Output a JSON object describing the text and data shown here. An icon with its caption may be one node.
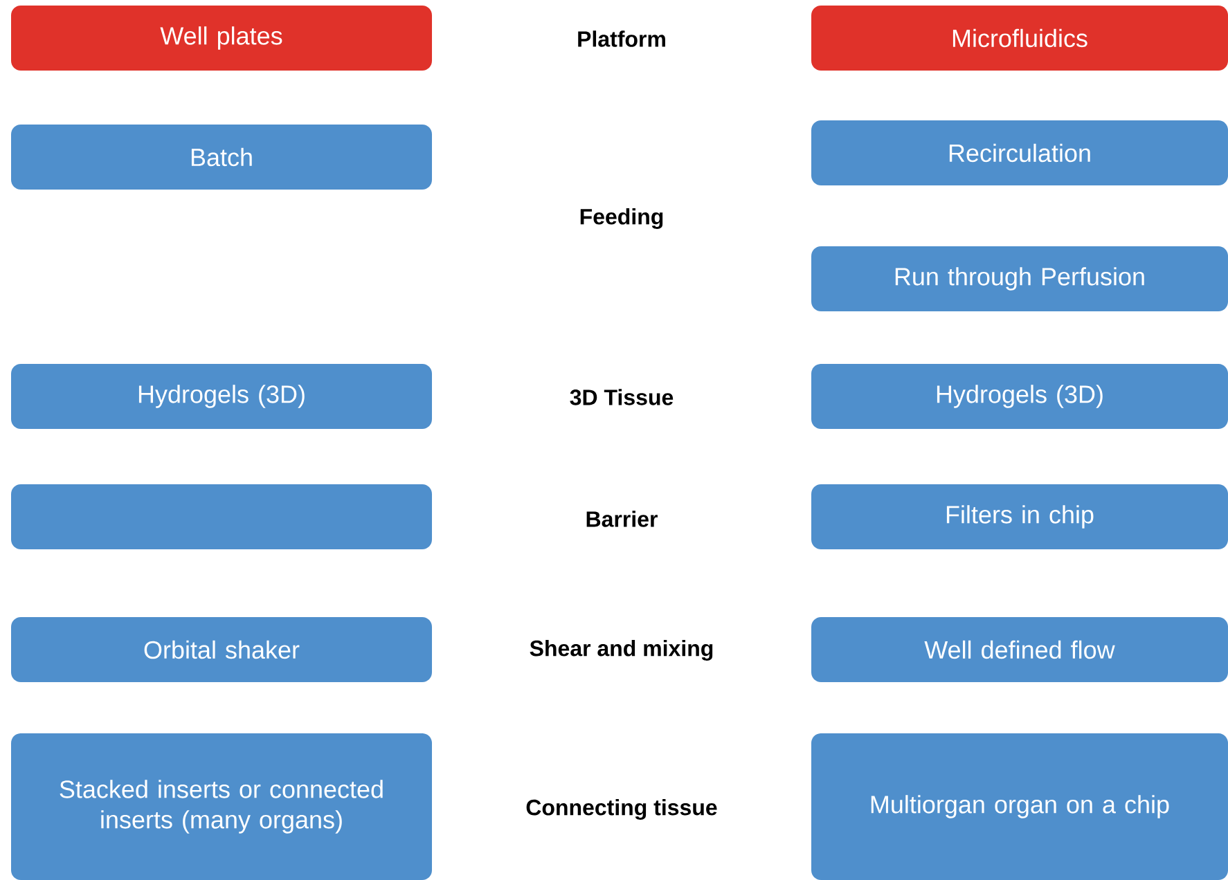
{
  "diagram": {
    "nodes": [
      {
        "text": [
          "Well plates"
        ]
      },
      {
        "text": [
          "Microfluidics"
        ]
      },
      {
        "text": [
          "Batch"
        ]
      },
      {
        "text": [
          "Recirculation"
        ]
      },
      {
        "text": [
          "Run through Perfusion"
        ]
      },
      {
        "text": [
          "Hydrogels (3D)"
        ]
      },
      {
        "text": [
          "Hydrogels (3D)"
        ]
      },
      {
        "text": [],
        "shape": "box"
      },
      {
        "text": [
          "Filters in chip"
        ]
      },
      {
        "text": [
          "Orbital shaker"
        ]
      },
      {
        "text": [
          "Well defined flow"
        ]
      },
      {
        "text": [
          "Stacked inserts or connected inserts (many organs)"
        ]
      },
      {
        "text": [
          "Multiorgan organ on a chip"
        ]
      }
    ],
    "labels": [
      "Platform",
      "Feeding",
      "3D Tissue",
      "Barrier",
      "Shear and mixing",
      "Connecting tissue"
    ]
  }
}
